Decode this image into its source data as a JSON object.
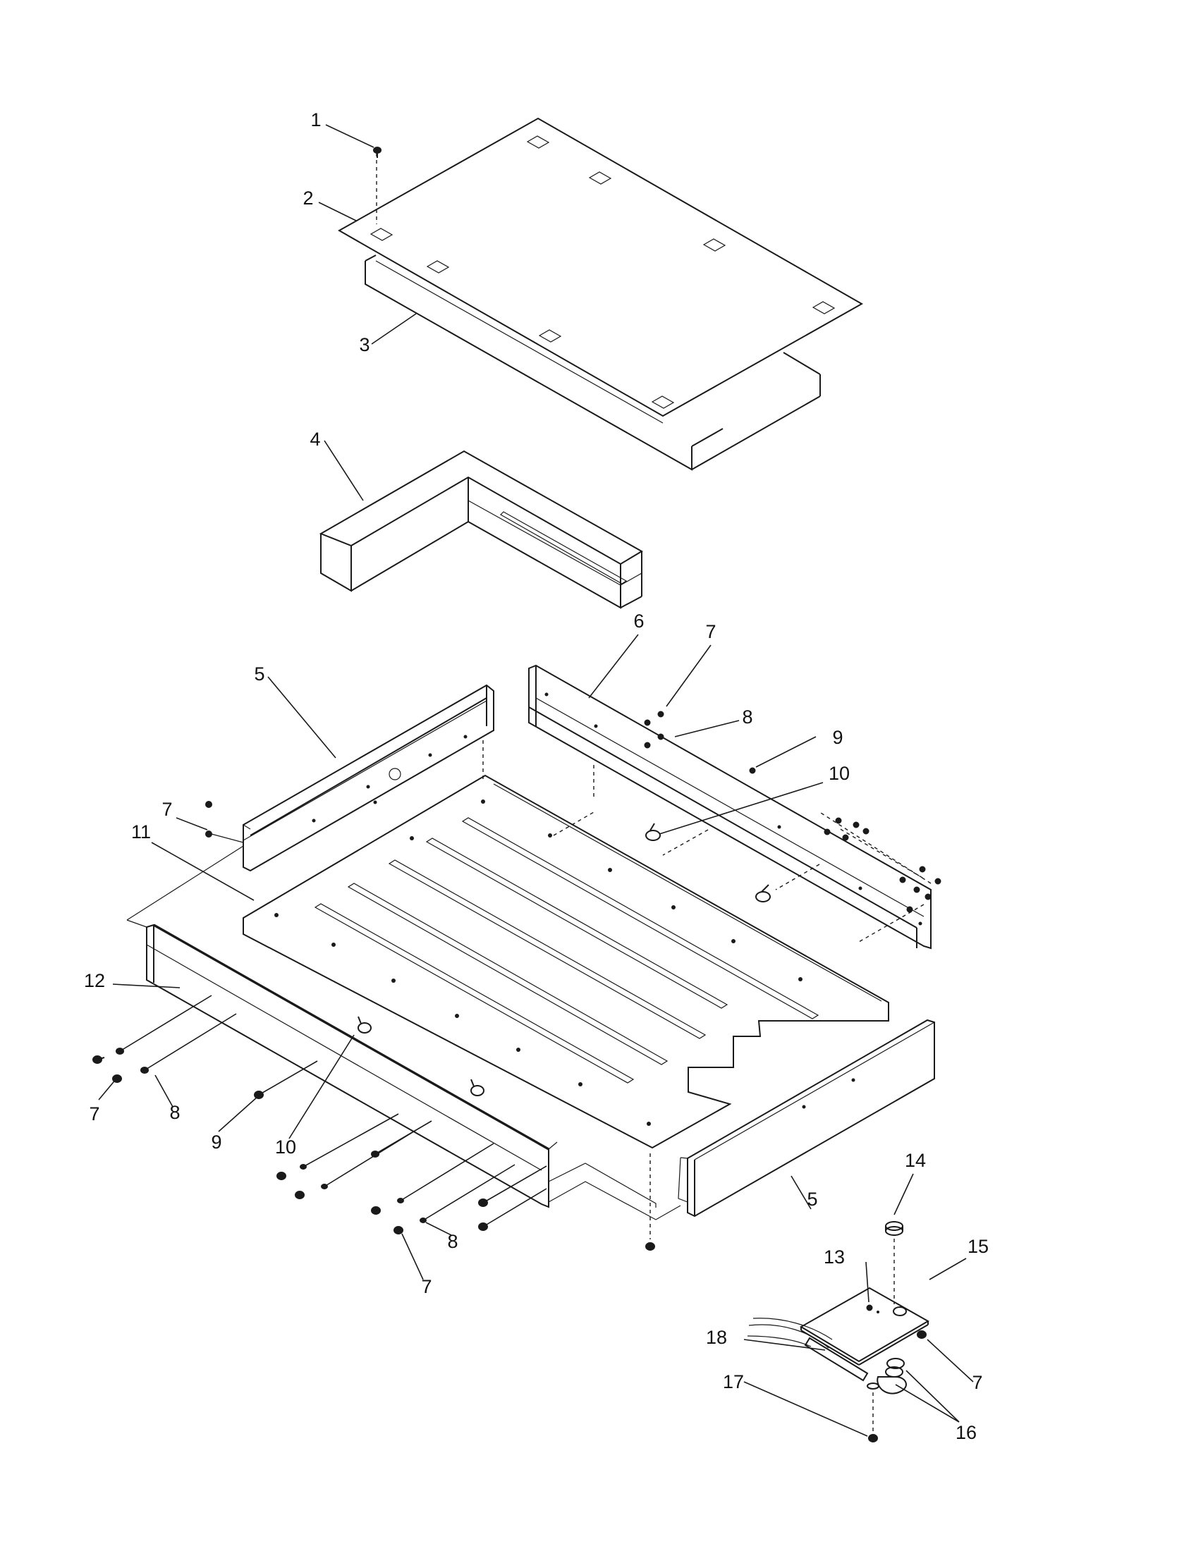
{
  "callouts": [
    {
      "id": "c1",
      "label": "1"
    },
    {
      "id": "c2",
      "label": "2"
    },
    {
      "id": "c3",
      "label": "3"
    },
    {
      "id": "c4",
      "label": "4"
    },
    {
      "id": "c5a",
      "label": "5"
    },
    {
      "id": "c5b",
      "label": "5"
    },
    {
      "id": "c6",
      "label": "6"
    },
    {
      "id": "c7a",
      "label": "7"
    },
    {
      "id": "c7b",
      "label": "7"
    },
    {
      "id": "c7c",
      "label": "7"
    },
    {
      "id": "c7d",
      "label": "7"
    },
    {
      "id": "c7e",
      "label": "7"
    },
    {
      "id": "c8a",
      "label": "8"
    },
    {
      "id": "c8b",
      "label": "8"
    },
    {
      "id": "c8c",
      "label": "8"
    },
    {
      "id": "c9a",
      "label": "9"
    },
    {
      "id": "c9b",
      "label": "9"
    },
    {
      "id": "c10a",
      "label": "10"
    },
    {
      "id": "c10b",
      "label": "10"
    },
    {
      "id": "c11",
      "label": "11"
    },
    {
      "id": "c12",
      "label": "12"
    },
    {
      "id": "c13",
      "label": "13"
    },
    {
      "id": "c14",
      "label": "14"
    },
    {
      "id": "c15",
      "label": "15"
    },
    {
      "id": "c16",
      "label": "16"
    },
    {
      "id": "c17",
      "label": "17"
    },
    {
      "id": "c18",
      "label": "18"
    }
  ]
}
